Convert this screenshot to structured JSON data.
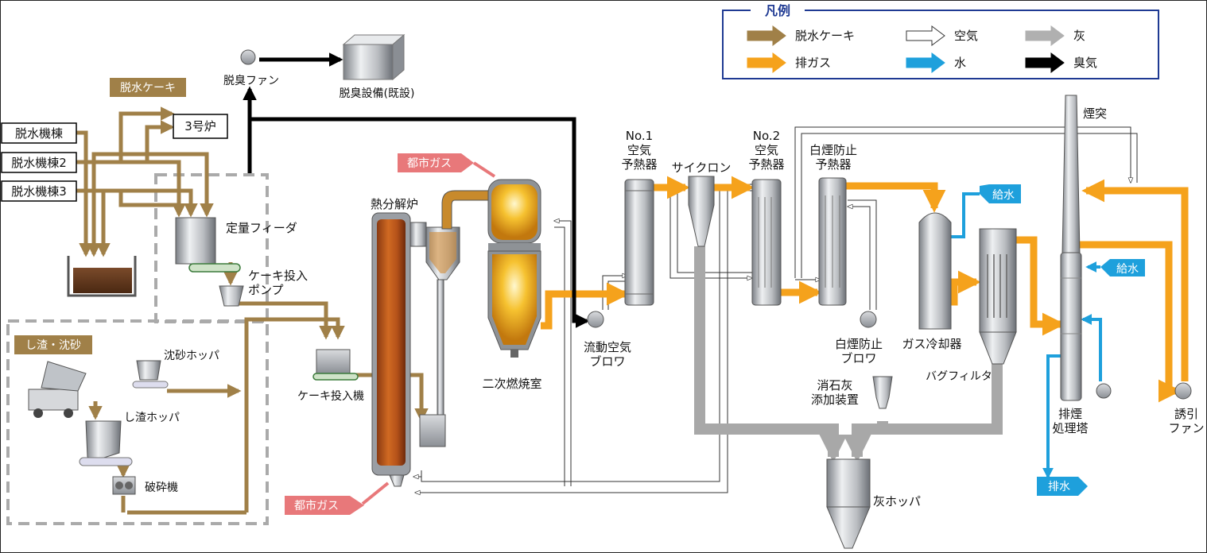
{
  "legend": {
    "title": "凡例",
    "items": [
      {
        "label": "脱水ケーキ",
        "color": "#a08048"
      },
      {
        "label": "空気",
        "color": "#ffffff"
      },
      {
        "label": "灰",
        "color": "#b0b0b0"
      },
      {
        "label": "排ガス",
        "color": "#f5a21c"
      },
      {
        "label": "水",
        "color": "#1ea0dc"
      },
      {
        "label": "臭気",
        "color": "#000000"
      }
    ]
  },
  "colors": {
    "cake": "#a08048",
    "exhaust": "#f5a21c",
    "water": "#1ea0dc",
    "ash": "#a8a8a8",
    "odor": "#000000",
    "gas_tag": "#e8787a",
    "legend_border": "#1f3a93"
  },
  "left_section": {
    "cake_tag": "脱水ケーキ",
    "buildings": [
      "脱水機棟",
      "脱水機棟2",
      "脱水機棟3"
    ],
    "furnace3": "3号炉",
    "feeder": "定量フィーダ",
    "cake_pump": "ケーキ投入\nポンプ",
    "screen_tag": "し渣・沈砂",
    "grit_hopper": "沈砂ホッパ",
    "screen_hopper": "し渣ホッパ",
    "crusher": "破砕機"
  },
  "deodor": {
    "fan": "脱臭ファン",
    "facility": "脱臭設備(既設)"
  },
  "main": {
    "city_gas_top": "都市ガス",
    "city_gas_bottom": "都市ガス",
    "pyrolysis": "熱分解炉",
    "cake_feeder": "ケーキ投入機",
    "secondary": "二次燃焼室",
    "fluid_blower": "流動空気\nブロワ",
    "preheater1": "No.1\n空気\n予熱器",
    "cyclone": "サイクロン",
    "preheater2": "No.2\n空気\n予熱器",
    "white_smoke_preheater": "白煙防止\n予熱器",
    "white_smoke_blower": "白煙防止\nブロワ",
    "gas_cooler": "ガス冷却器",
    "bag_filter": "バグフィルタ",
    "lime": "消石灰\n添加装置",
    "ash_hopper": "灰ホッパ",
    "chimney": "煙突",
    "scrubber": "排煙\n処理塔",
    "induced_fan": "誘引\nファン",
    "supply_water_1": "給水",
    "supply_water_2": "給水",
    "drain": "排水"
  }
}
